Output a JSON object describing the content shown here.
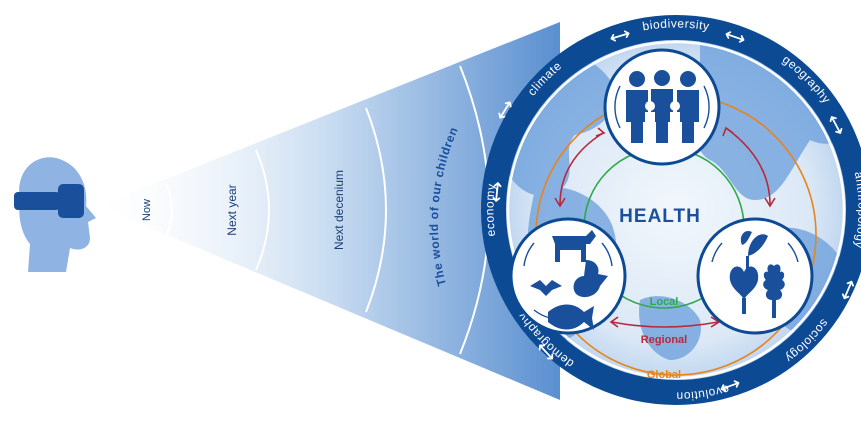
{
  "timeline": {
    "labels": [
      "Now",
      "Next year",
      "Next decenium"
    ],
    "world_label": "The world of our children"
  },
  "ring_topics": [
    "biodiversity",
    "geography",
    "anthropology",
    "sociology",
    "evolution",
    "demography",
    "economy",
    "climate"
  ],
  "center": {
    "title": "HEALTH",
    "scales": [
      "Local",
      "Regional",
      "Global"
    ]
  },
  "nodes": {
    "top": "people-icon",
    "left": "animals-icon",
    "right": "plants-icon"
  },
  "colors": {
    "primary": "#1a4f9c",
    "ring": "#0d4a94",
    "light_bg": "#dce9f7",
    "land": "#5e95d6",
    "local": "#2eaa4a",
    "regional": "#b8283a",
    "global": "#e8841c"
  }
}
